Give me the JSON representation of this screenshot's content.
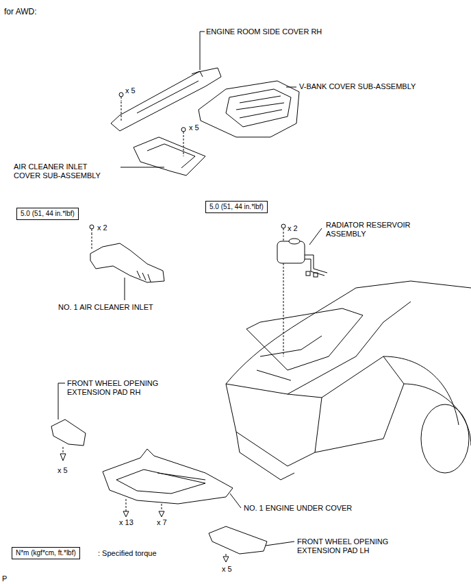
{
  "diagram": {
    "title": "for AWD:",
    "nodes": [
      {
        "text": [
          "5.0 (51, 44 in.*lbf)"
        ]
      },
      {
        "text": [
          "5.0 (51, 44 in.*lbf)"
        ]
      },
      {
        "text": [
          "N*m (kgf*cm, ft.*lbf)"
        ]
      }
    ],
    "labels": [
      "ENGINE ROOM SIDE COVER RH",
      "x 5",
      "V-BANK COVER SUB-ASSEMBLY",
      "x 5",
      "AIR CLEANER INLET COVER SUB-ASSEMBLY",
      "x 2",
      "x 2",
      "RADIATOR RESERVOIR ASSEMBLY",
      "NO. 1 AIR CLEANER INLET",
      "FRONT WHEEL OPENING EXTENSION PAD RH",
      "x 5",
      "NO. 1 ENGINE UNDER COVER",
      "x 13",
      "x 7",
      "FRONT WHEEL OPENING EXTENSION PAD LH",
      "x 5",
      ": Specified torque",
      "P"
    ]
  }
}
